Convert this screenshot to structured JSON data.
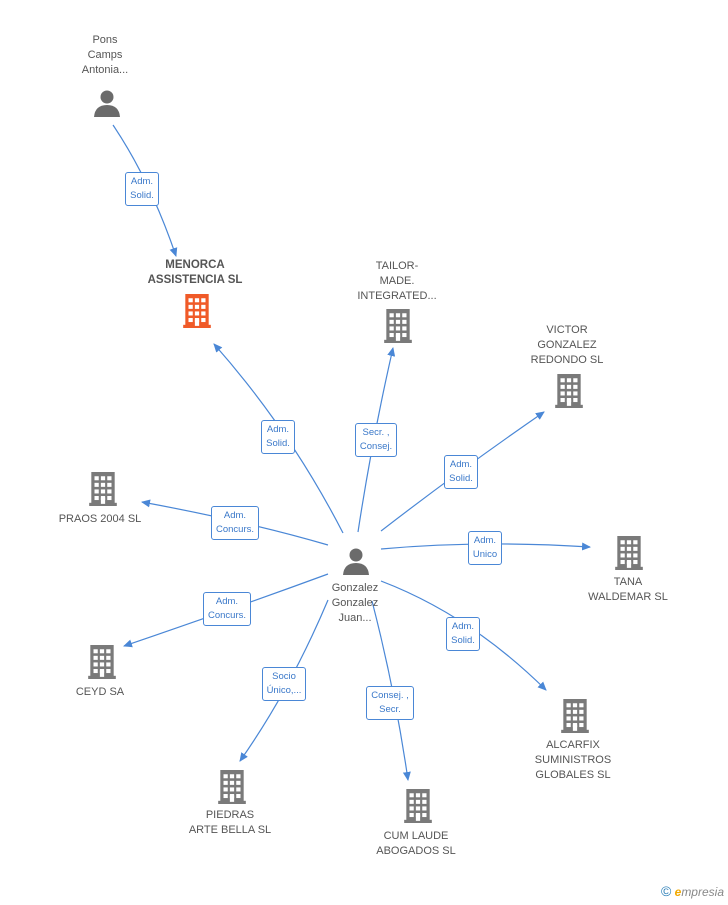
{
  "colors": {
    "edge": "#4a87d6",
    "company": "#7a7a7a",
    "focus_company": "#f05a28",
    "person": "#6b6b6b"
  },
  "nodes": {
    "pons": {
      "label": "Pons\nCamps\nAntonia...",
      "type": "person"
    },
    "menorca": {
      "label": "MENORCA\nASSISTENCIA SL",
      "type": "company-focus"
    },
    "tailor": {
      "label": "TAILOR-\nMADE.\nINTEGRATED...",
      "type": "company"
    },
    "victor": {
      "label": "VICTOR\nGONZALEZ\nREDONDO  SL",
      "type": "company"
    },
    "praos": {
      "label": "PRAOS 2004 SL",
      "type": "company"
    },
    "gonzalez": {
      "label": "Gonzalez\nGonzalez\nJuan...",
      "type": "person"
    },
    "tana": {
      "label": "TANA\nWALDEMAR SL",
      "type": "company"
    },
    "ceyd": {
      "label": "CEYD SA",
      "type": "company"
    },
    "alcarfix": {
      "label": "ALCARFIX\nSUMINISTROS\nGLOBALES SL",
      "type": "company"
    },
    "piedras": {
      "label": "PIEDRAS\nARTE BELLA SL",
      "type": "company"
    },
    "cumlaude": {
      "label": "CUM LAUDE\nABOGADOS SL",
      "type": "company"
    }
  },
  "edges": [
    {
      "from": "pons",
      "to": "menorca",
      "label": "Adm.\nSolid."
    },
    {
      "from": "gonzalez",
      "to": "menorca",
      "label": "Adm.\nSolid."
    },
    {
      "from": "gonzalez",
      "to": "tailor",
      "label": "Secr. ,\nConsej."
    },
    {
      "from": "gonzalez",
      "to": "victor",
      "label": "Adm.\nSolid."
    },
    {
      "from": "gonzalez",
      "to": "praos",
      "label": "Adm.\nConcurs."
    },
    {
      "from": "gonzalez",
      "to": "tana",
      "label": "Adm.\nUnico"
    },
    {
      "from": "gonzalez",
      "to": "ceyd",
      "label": "Adm.\nConcurs."
    },
    {
      "from": "gonzalez",
      "to": "alcarfix",
      "label": "Adm.\nSolid."
    },
    {
      "from": "gonzalez",
      "to": "piedras",
      "label": "Socio\nÚnico,..."
    },
    {
      "from": "gonzalez",
      "to": "cumlaude",
      "label": "Consej. ,\nSecr."
    }
  ],
  "footer": {
    "copyright": "©",
    "brand_initial": "e",
    "brand_rest": "mpresia"
  }
}
